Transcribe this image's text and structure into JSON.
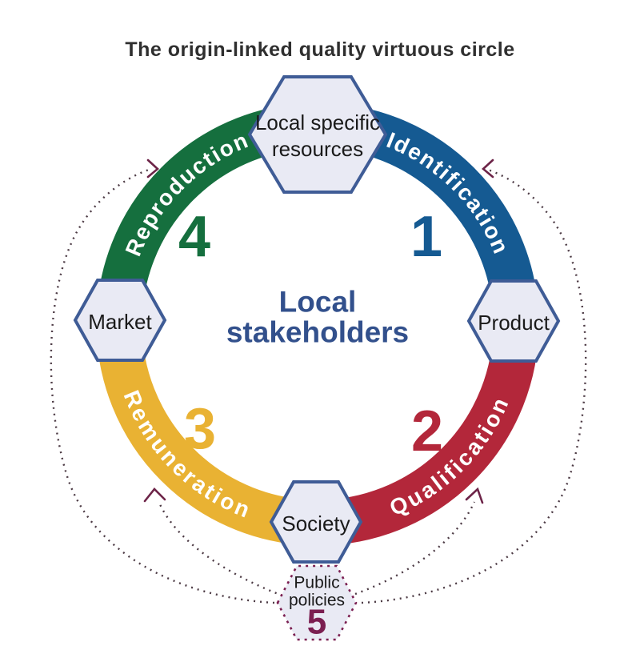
{
  "title": "The origin-linked quality virtuous circle",
  "center_label": {
    "line1": "Local",
    "line2": "stakeholders"
  },
  "stages": [
    {
      "number": "1",
      "label": "Identification",
      "color": "#155a92"
    },
    {
      "number": "2",
      "label": "Qualification",
      "color": "#b3273a"
    },
    {
      "number": "3",
      "label": "Remuneration",
      "color": "#e9b233"
    },
    {
      "number": "4",
      "label": "Reproduction",
      "color": "#156f3e"
    },
    {
      "number": "5",
      "label": "Public policies",
      "color": "#7b1f51"
    }
  ],
  "nodes": {
    "resources": {
      "line1": "Local specific",
      "line2": "resources"
    },
    "product": "Product",
    "society": "Society",
    "market": "Market",
    "public_policies": {
      "line1": "Public",
      "line2": "policies"
    }
  },
  "icons": {
    "arrow_left_outer": "dotted-arrow-right-icon",
    "arrow_right_outer": "dotted-arrow-left-icon",
    "arrow_left_inner": "dotted-arrow-up-icon",
    "arrow_right_inner": "dotted-arrow-up-icon"
  },
  "colors": {
    "hexagon_fill": "#e9eaf4",
    "hexagon_border": "#3f5c96",
    "center_text": "#32508c",
    "dotted_line": "#4c3a44",
    "arrowhead": "#6d2448",
    "title_text": "#2f2f2f"
  }
}
